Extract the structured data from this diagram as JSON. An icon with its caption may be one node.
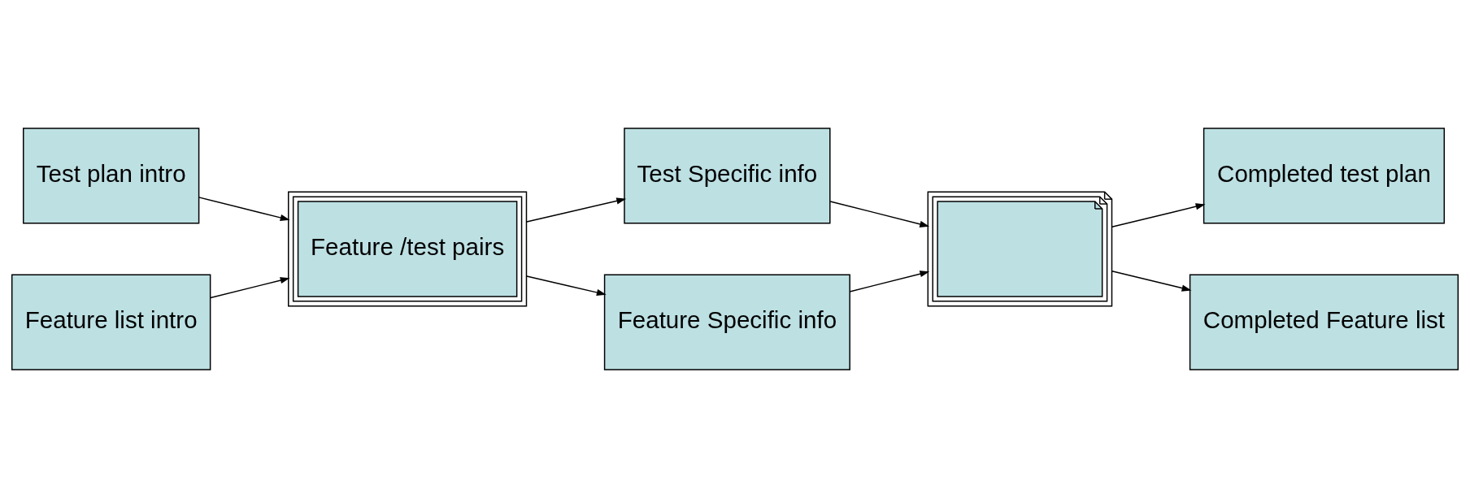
{
  "diagram": {
    "nodes": [
      {
        "text": [
          "Test plan intro"
        ]
      },
      {
        "text": [
          "Feature list intro"
        ]
      },
      {
        "text": [
          "Feature /test pairs"
        ]
      },
      {
        "text": [
          "Test Specific info"
        ]
      },
      {
        "text": [
          "Feature Specific info"
        ]
      },
      {
        "text": [],
        "shape": "document"
      },
      {
        "text": [
          "Completed test plan"
        ]
      },
      {
        "text": [
          "Completed Feature list"
        ]
      }
    ],
    "edges": [
      {
        "from": 0,
        "to": 2,
        "arrow": "to"
      },
      {
        "from": 1,
        "to": 2,
        "arrow": "to"
      },
      {
        "from": 2,
        "to": 3,
        "arrow": "to"
      },
      {
        "from": 2,
        "to": 4,
        "arrow": "to"
      },
      {
        "from": 3,
        "to": 5,
        "arrow": "to"
      },
      {
        "from": 4,
        "to": 5,
        "arrow": "to"
      },
      {
        "from": 5,
        "to": 6,
        "arrow": "to"
      },
      {
        "from": 5,
        "to": 7,
        "arrow": "to"
      }
    ]
  }
}
